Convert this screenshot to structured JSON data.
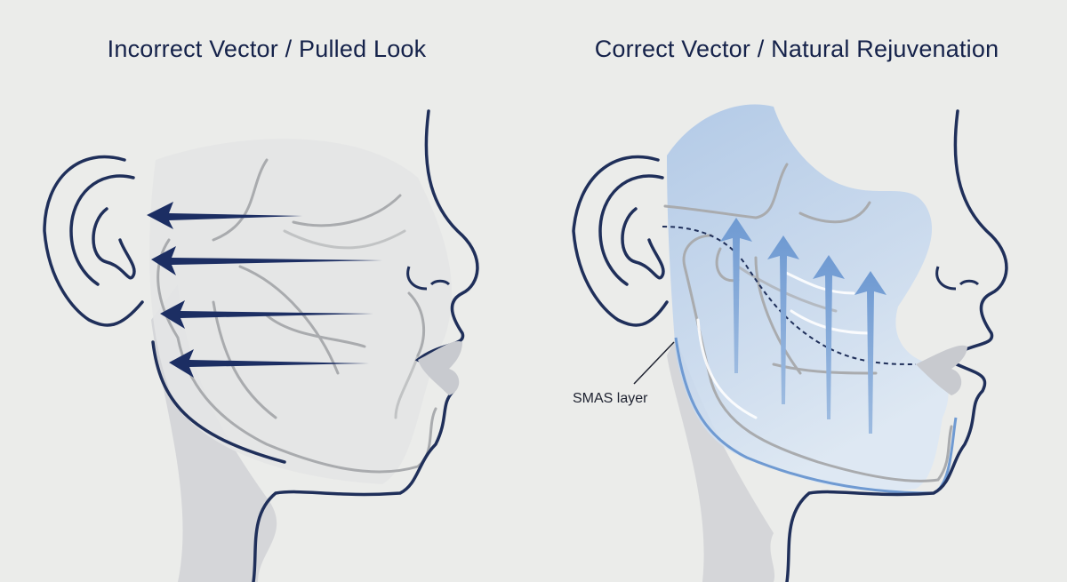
{
  "panels": [
    {
      "id": "incorrect",
      "title": "Incorrect Vector / Pulled Look",
      "arrow_direction": "horizontal-backward",
      "arrow_count": 4,
      "arrow_color": "#1c2e63"
    },
    {
      "id": "correct",
      "title": "Correct Vector / Natural Rejuvenation",
      "arrow_direction": "vertical-upward",
      "arrow_count": 4,
      "arrow_color": "#7fa8d8",
      "annotation": "SMAS layer",
      "overlay_color": "#a9c4e6"
    }
  ],
  "colors": {
    "background": "#ebecea",
    "outline": "#1f2f5a",
    "contour_gray": "#a9abae",
    "shadow": "#cfd1d4",
    "title": "#15224a"
  }
}
